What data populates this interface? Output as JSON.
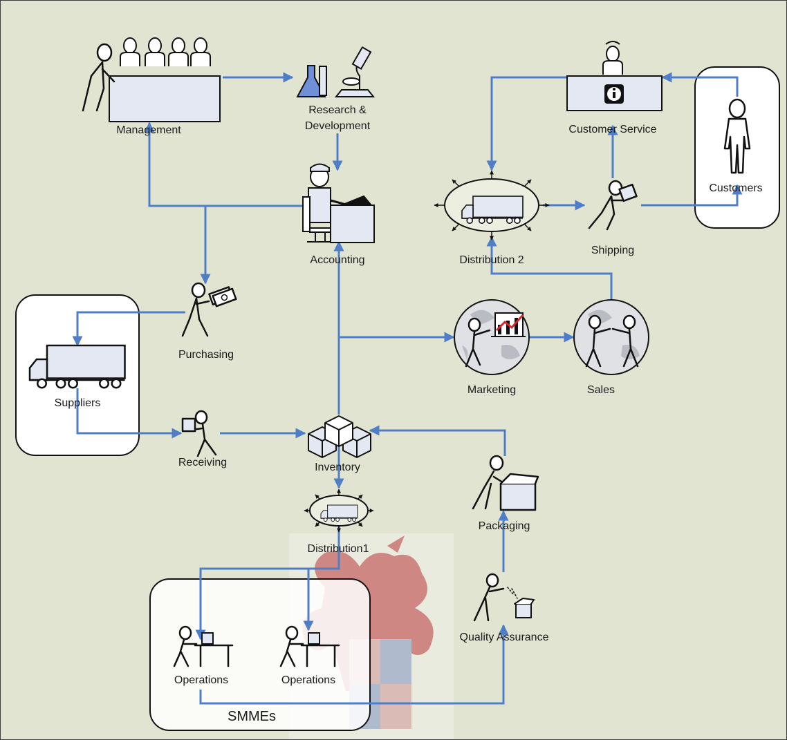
{
  "colors": {
    "background": "#e1e4d1",
    "connector": "#4f7ec6",
    "fill": "#e3e8f3",
    "stroke": "#111111",
    "accent_red": "#d8242c",
    "watermark_red": "#b8232c",
    "watermark_blue": "#2c3e8f"
  },
  "nodes": {
    "management": {
      "label": "Management",
      "icon": "meeting-table-icon"
    },
    "research": {
      "label": "Research &",
      "label2": "Development",
      "icon": "lab-microscope-icon"
    },
    "customer_service": {
      "label": "Customer Service",
      "icon": "info-desk-icon"
    },
    "customers": {
      "label": "Customers",
      "icon": "person-icon"
    },
    "accounting": {
      "label": "Accounting",
      "icon": "desk-worker-icon"
    },
    "distribution2": {
      "label": "Distribution 2",
      "icon": "truck-hub-icon"
    },
    "shipping": {
      "label": "Shipping",
      "icon": "person-carrying-box-icon"
    },
    "purchasing": {
      "label": "Purchasing",
      "icon": "person-with-money-icon"
    },
    "suppliers": {
      "label": "Suppliers",
      "icon": "truck-icon"
    },
    "marketing": {
      "label": "Marketing",
      "icon": "globe-chart-icon"
    },
    "sales": {
      "label": "Sales",
      "icon": "globe-handshake-icon"
    },
    "receiving": {
      "label": "Receiving",
      "icon": "person-receiving-box-icon"
    },
    "inventory": {
      "label": "Inventory",
      "icon": "boxes-icon"
    },
    "packaging": {
      "label": "Packaging",
      "icon": "person-packing-box-icon"
    },
    "distribution1": {
      "label": "Distribution1",
      "icon": "truck-hub-icon"
    },
    "quality_assurance": {
      "label": "Quality Assurance",
      "icon": "person-inspecting-icon"
    },
    "operations_1": {
      "label": "Operations",
      "icon": "worker-at-table-icon"
    },
    "operations_2": {
      "label": "Operations",
      "icon": "worker-at-table-icon"
    },
    "smmes": {
      "label": "SMMEs"
    }
  },
  "watermark": {
    "icon": "coat-of-arms-icon"
  }
}
